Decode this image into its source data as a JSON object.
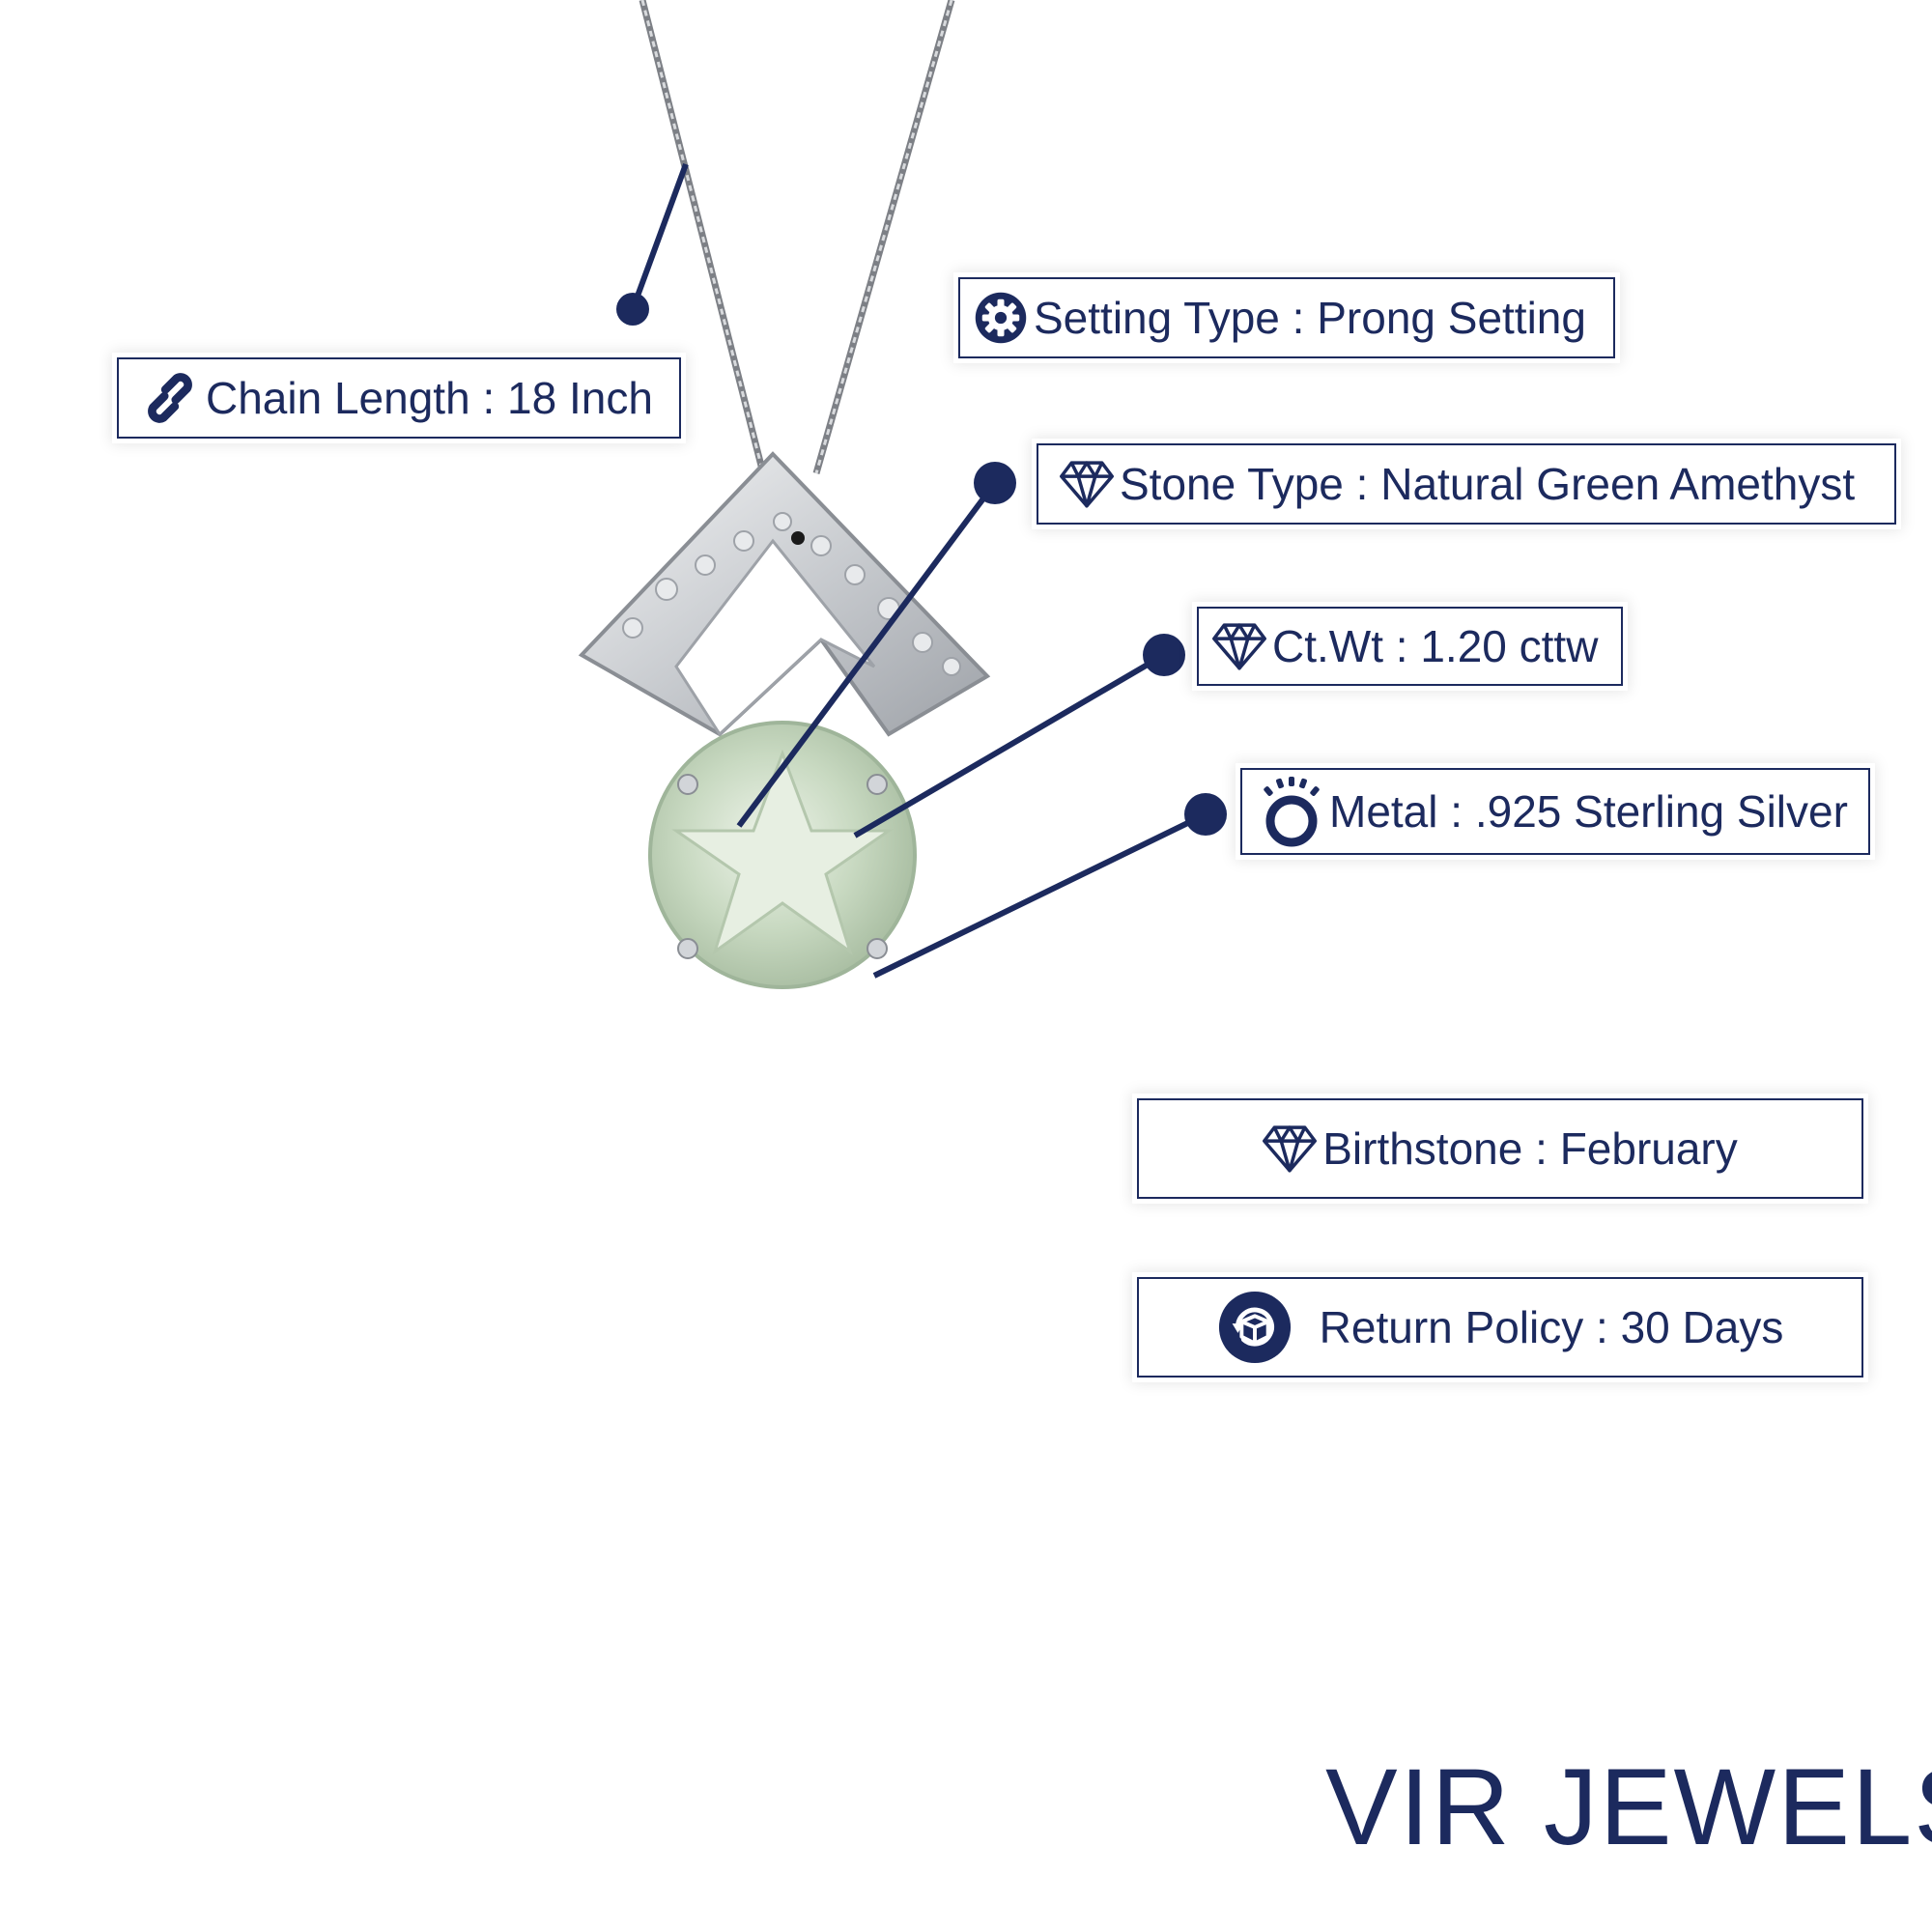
{
  "colors": {
    "navy": "#1c2a5e",
    "background": "#ffffff",
    "silver": "#c9ccd0",
    "gem": "#c8d9c1"
  },
  "specs": {
    "chain_length": {
      "label": "Chain Length",
      "separator": ":",
      "value": "18 Inch",
      "icon": "chain-link-icon"
    },
    "setting_type": {
      "label": "Setting Type",
      "separator": ":",
      "value": "Prong Setting",
      "icon": "gear-icon"
    },
    "stone_type": {
      "label": "Stone Type",
      "separator": ":",
      "value": "Natural Green Amethyst",
      "icon": "diamond-icon"
    },
    "carat_weight": {
      "label": "Ct.Wt",
      "separator": ":",
      "value": "1.20 cttw",
      "icon": "diamond-icon"
    },
    "metal": {
      "label": "Metal",
      "separator": ":",
      "value": ".925 Sterling Silver",
      "icon": "ring-icon"
    },
    "birthstone": {
      "label": "Birthstone",
      "separator": ":",
      "value": "February",
      "icon": "diamond-icon"
    },
    "return_policy": {
      "label": "Return Policy",
      "separator": ":",
      "value": "30 Days",
      "icon": "return-box-icon"
    }
  },
  "brand": {
    "name": "VIR JEWELS",
    "mark": "®"
  }
}
